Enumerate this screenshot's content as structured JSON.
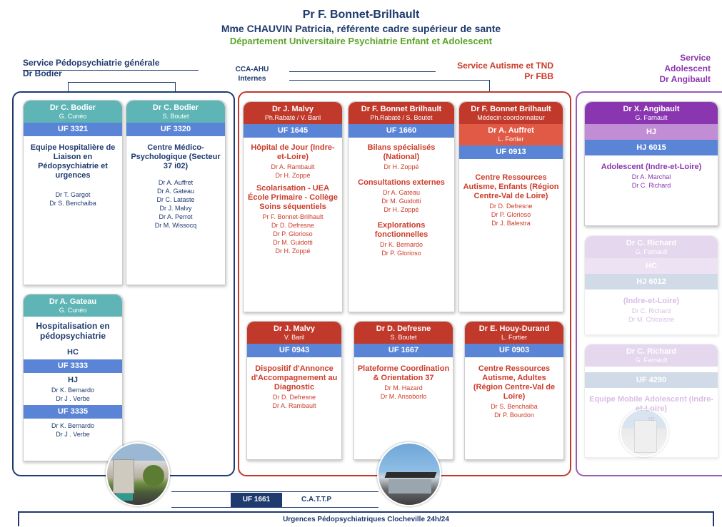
{
  "header": {
    "title": "Pr F. Bonnet-Brilhault",
    "subtitle": "Mme CHAUVIN Patricia, référente cadre supérieur de sante",
    "department": "Département Universitaire Psychiatrie Enfant et Adolescent"
  },
  "left_service": {
    "name": "Service Pédopsychiatrie générale",
    "head": "Dr Bodier"
  },
  "cca": {
    "line1": "CCA-AHU",
    "line2": "Internes"
  },
  "autism_service": {
    "name": "Service Autisme et TND",
    "head": "Pr FBB"
  },
  "ado_service": {
    "line1": "Service",
    "line2": "Adolescent",
    "line3": "Dr Angibault"
  },
  "colors": {
    "navy": "#1e3a6e",
    "teal": "#5fb5b5",
    "red": "#c0392b",
    "blue": "#5a85d6",
    "purple": "#8a36b0",
    "green": "#5aa428"
  },
  "cards": {
    "c3321": {
      "name": "Dr C. Bodier",
      "sub": "G. Cunéo",
      "uf": "UF 3321",
      "title": "Equipe Hospitalière de Liaison en Pédopsychiatrie et urgences",
      "people": [
        "Dr T. Gargot",
        "Dr S. Benchaiba"
      ]
    },
    "c3320": {
      "name": "Dr C. Bodier",
      "sub": "S. Boutet",
      "uf": "UF 3320",
      "title": "Centre Médico-Psychologique (Secteur 37 i02)",
      "people": [
        "Dr A. Auffret",
        "Dr A. Gateau",
        "Dr C. Lataste",
        "Dr J. Malvy",
        "Dr A. Perrot",
        "Dr M. Wissocq"
      ]
    },
    "hosp": {
      "name": "Dr A. Gateau",
      "sub": "G. Cunéo",
      "title": "Hospitalisation en pédopsychiatrie",
      "hc": "HC",
      "uf1": "UF 3333",
      "hj": "HJ",
      "people1": [
        "Dr K. Bernardo",
        "Dr J . Verbe"
      ],
      "uf2": "UF 3335",
      "people2": [
        "Dr K. Bernardo",
        "Dr J . Verbe"
      ]
    },
    "c1645": {
      "name": "Dr J. Malvy",
      "sub": "Ph.Rabaté / V. Baril",
      "uf": "UF 1645",
      "title1": "Hôpital de Jour (Indre-et-Loire)",
      "people1": [
        "Dr A. Rambault",
        "Dr H. Zoppé"
      ],
      "title2": "Scolarisation - UEA École Primaire - Collège Soins séquentiels",
      "people2": [
        "Pr F. Bonnet-Brilhault",
        "Dr D. Defresne",
        "Dr P. Glorioso",
        "Dr M. Guidotti",
        "Dr H. Zoppé"
      ]
    },
    "c1660": {
      "name": "Dr F. Bonnet Brilhault",
      "sub": "Ph.Rabaté / S. Boutet",
      "uf": "UF 1660",
      "title1": "Bilans spécialisés (National)",
      "people1": [
        "Dr H. Zoppé"
      ],
      "title2": "Consultations externes",
      "people2": [
        "Dr A. Gateau",
        "Dr M. Guidotti",
        "Dr H. Zoppé"
      ],
      "title3": "Explorations fonctionnelles",
      "people3": [
        "Dr K. Bernardo",
        "Dr P. Glorioso"
      ]
    },
    "c0913": {
      "name": "Dr F. Bonnet Brilhault",
      "sub": "Médecin coordonnateur",
      "name2": "Dr A. Auffret",
      "sub2": "L. Fortier",
      "uf": "UF 0913",
      "title": "Centre Ressources Autisme, Enfants (Région Centre-Val de Loire)",
      "people": [
        "Dr D. Defresne",
        "Dr P. Glorioso",
        "Dr J. Balestra"
      ]
    },
    "c0943": {
      "name": "Dr J. Malvy",
      "sub": "V. Baril",
      "uf": "UF 0943",
      "title": "Dispositif d'Annonce d'Accompagnement au Diagnostic",
      "people": [
        "Dr D. Defresne",
        "Dr A. Rambault"
      ]
    },
    "c1667": {
      "name": "Dr D. Defresne",
      "sub": "S. Boutet",
      "uf": "UF 1667",
      "title": "Plateforme Coordination & Orientation 37",
      "people": [
        "Dr M. Hazard",
        "Dr  M. Ansoborlo"
      ]
    },
    "c0903": {
      "name": "Dr E. Houy-Durand",
      "sub": "L. Fortier",
      "uf": "UF 0903",
      "title": "Centre Ressources Autisme, Adultes (Région Centre-Val de Loire)",
      "people": [
        "Dr S. Benchaiba",
        "Dr P. Bourdon"
      ]
    },
    "c6015": {
      "name": "Dr X. Angibault",
      "sub": "G. Farnault",
      "hj": "HJ",
      "uf": "HJ 6015",
      "title": "Adolescent (Indre-et-Loire)",
      "people": [
        "Dr A. Marchal",
        "Dr C. Richard"
      ]
    },
    "c6012": {
      "name": "Dr C. Richard",
      "sub": "G. Farnault",
      "hc": "HC",
      "uf": "HJ 6012",
      "title": "(Indre-et-Loire)",
      "people": [
        "Dr C. Richard",
        "Dr M. Chicoisne"
      ]
    },
    "c4290": {
      "name": "Dr C. Richard",
      "sub": "G. Farnault",
      "uf": "UF 4290",
      "title": "Equipe Mobile Adolescent (Indre-et-Loire)",
      "people": [
        "rd"
      ]
    }
  },
  "cattp": {
    "uf": "UF 1661",
    "label": "C.A.T.T.P"
  },
  "urgences": "Urgences Pédopsychiatriques Clocheville 24h/24"
}
